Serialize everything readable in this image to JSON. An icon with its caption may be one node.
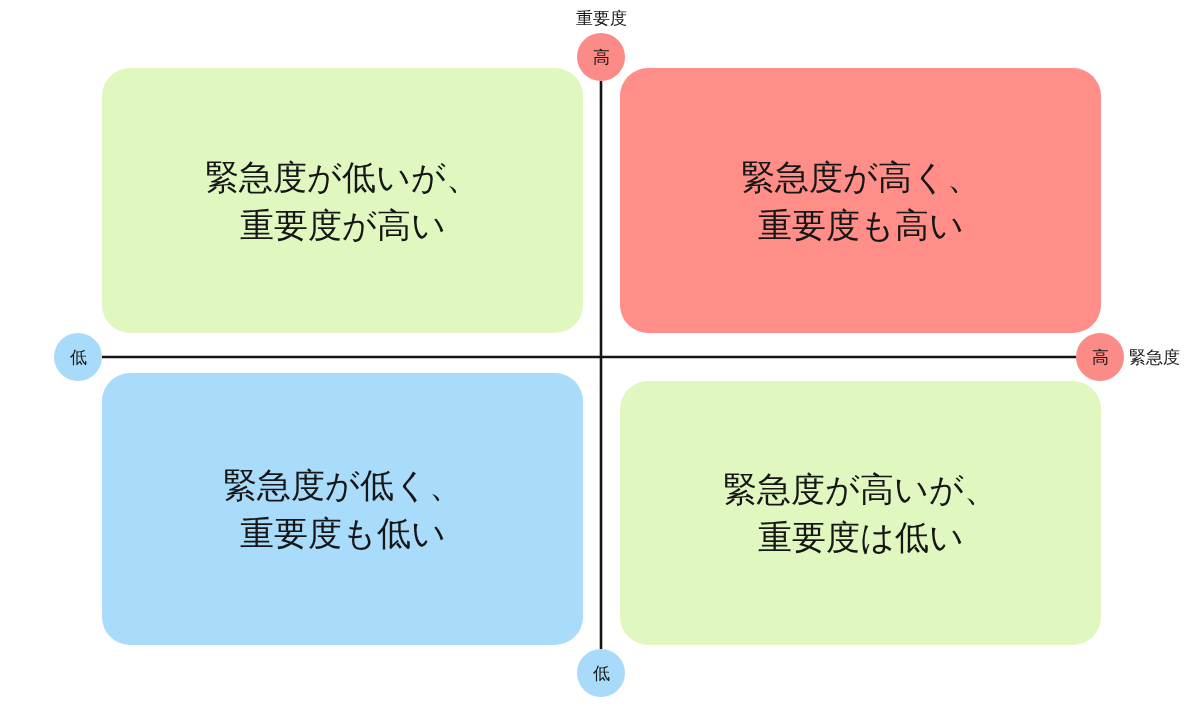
{
  "diagram": {
    "nodes": [
      {
        "text": [
          "高"
        ],
        "beside": [
          "重要度"
        ]
      },
      {
        "text": [
          "緊急度が低いが、重要度が高い"
        ]
      },
      {
        "text": [
          "緊急度が高く、重要度も高い"
        ]
      },
      {
        "text": [
          "低"
        ]
      },
      {
        "text": [
          "高"
        ],
        "beside": [
          "緊急度"
        ]
      },
      {
        "text": [
          "緊急度が低く、重要度も低い"
        ]
      },
      {
        "text": [
          "緊急度が高いが、重要度は低い"
        ]
      },
      {
        "text": [
          "低"
        ]
      }
    ]
  }
}
